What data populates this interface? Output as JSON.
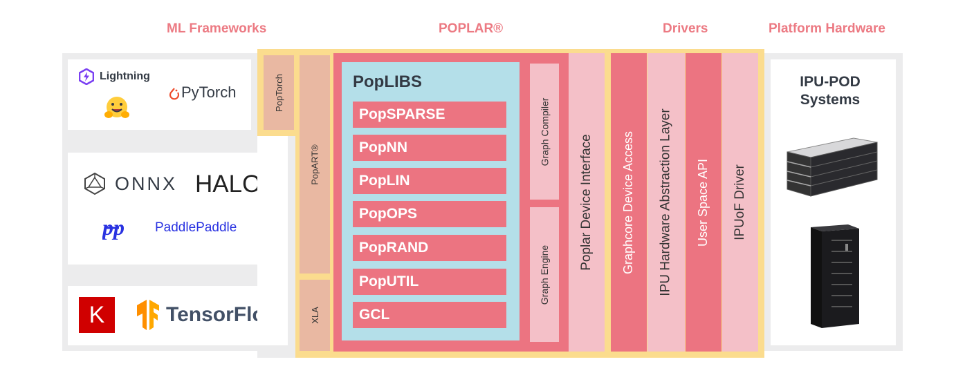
{
  "headers": {
    "ml_frameworks": "ML Frameworks",
    "poplar": "POPLAR®",
    "drivers": "Drivers",
    "platform_hardware": "Platform Hardware"
  },
  "frameworks": {
    "lightning": "Lightning",
    "pytorch": "PyTorch",
    "onnx": "ONNX",
    "halo": "HALO",
    "paddle": "PaddlePaddle",
    "keras_letter": "K",
    "tensorflow": "TensorFlow"
  },
  "integrations": {
    "poptorch": "PopTorch",
    "popart": "PopART®",
    "xla": "XLA"
  },
  "poplibs": {
    "title": "PopLIBS",
    "items": [
      "PopSPARSE",
      "PopNN",
      "PopLIN",
      "PopOPS",
      "PopRAND",
      "PopUTIL",
      "GCL"
    ]
  },
  "graph": {
    "compiler": "Graph Compiler",
    "engine": "Graph Engine"
  },
  "poplar_device_interface": "Poplar Device Interface",
  "drivers": {
    "graphcore_device_access": "Graphcore Device Access",
    "ipu_hal": "IPU Hardware Abstraction Layer",
    "user_space_api": "User Space API",
    "ipuof_driver": "IPUoF Driver"
  },
  "hardware": {
    "title": "IPU-POD Systems"
  },
  "colors": {
    "header": "#ec7a83",
    "yellow": "#fbdc8e",
    "salmon": "#e9b8a2",
    "red": "#ec7481",
    "pink": "#f4c0c8",
    "blue": "#b4dfe9",
    "grey": "#ececed"
  }
}
